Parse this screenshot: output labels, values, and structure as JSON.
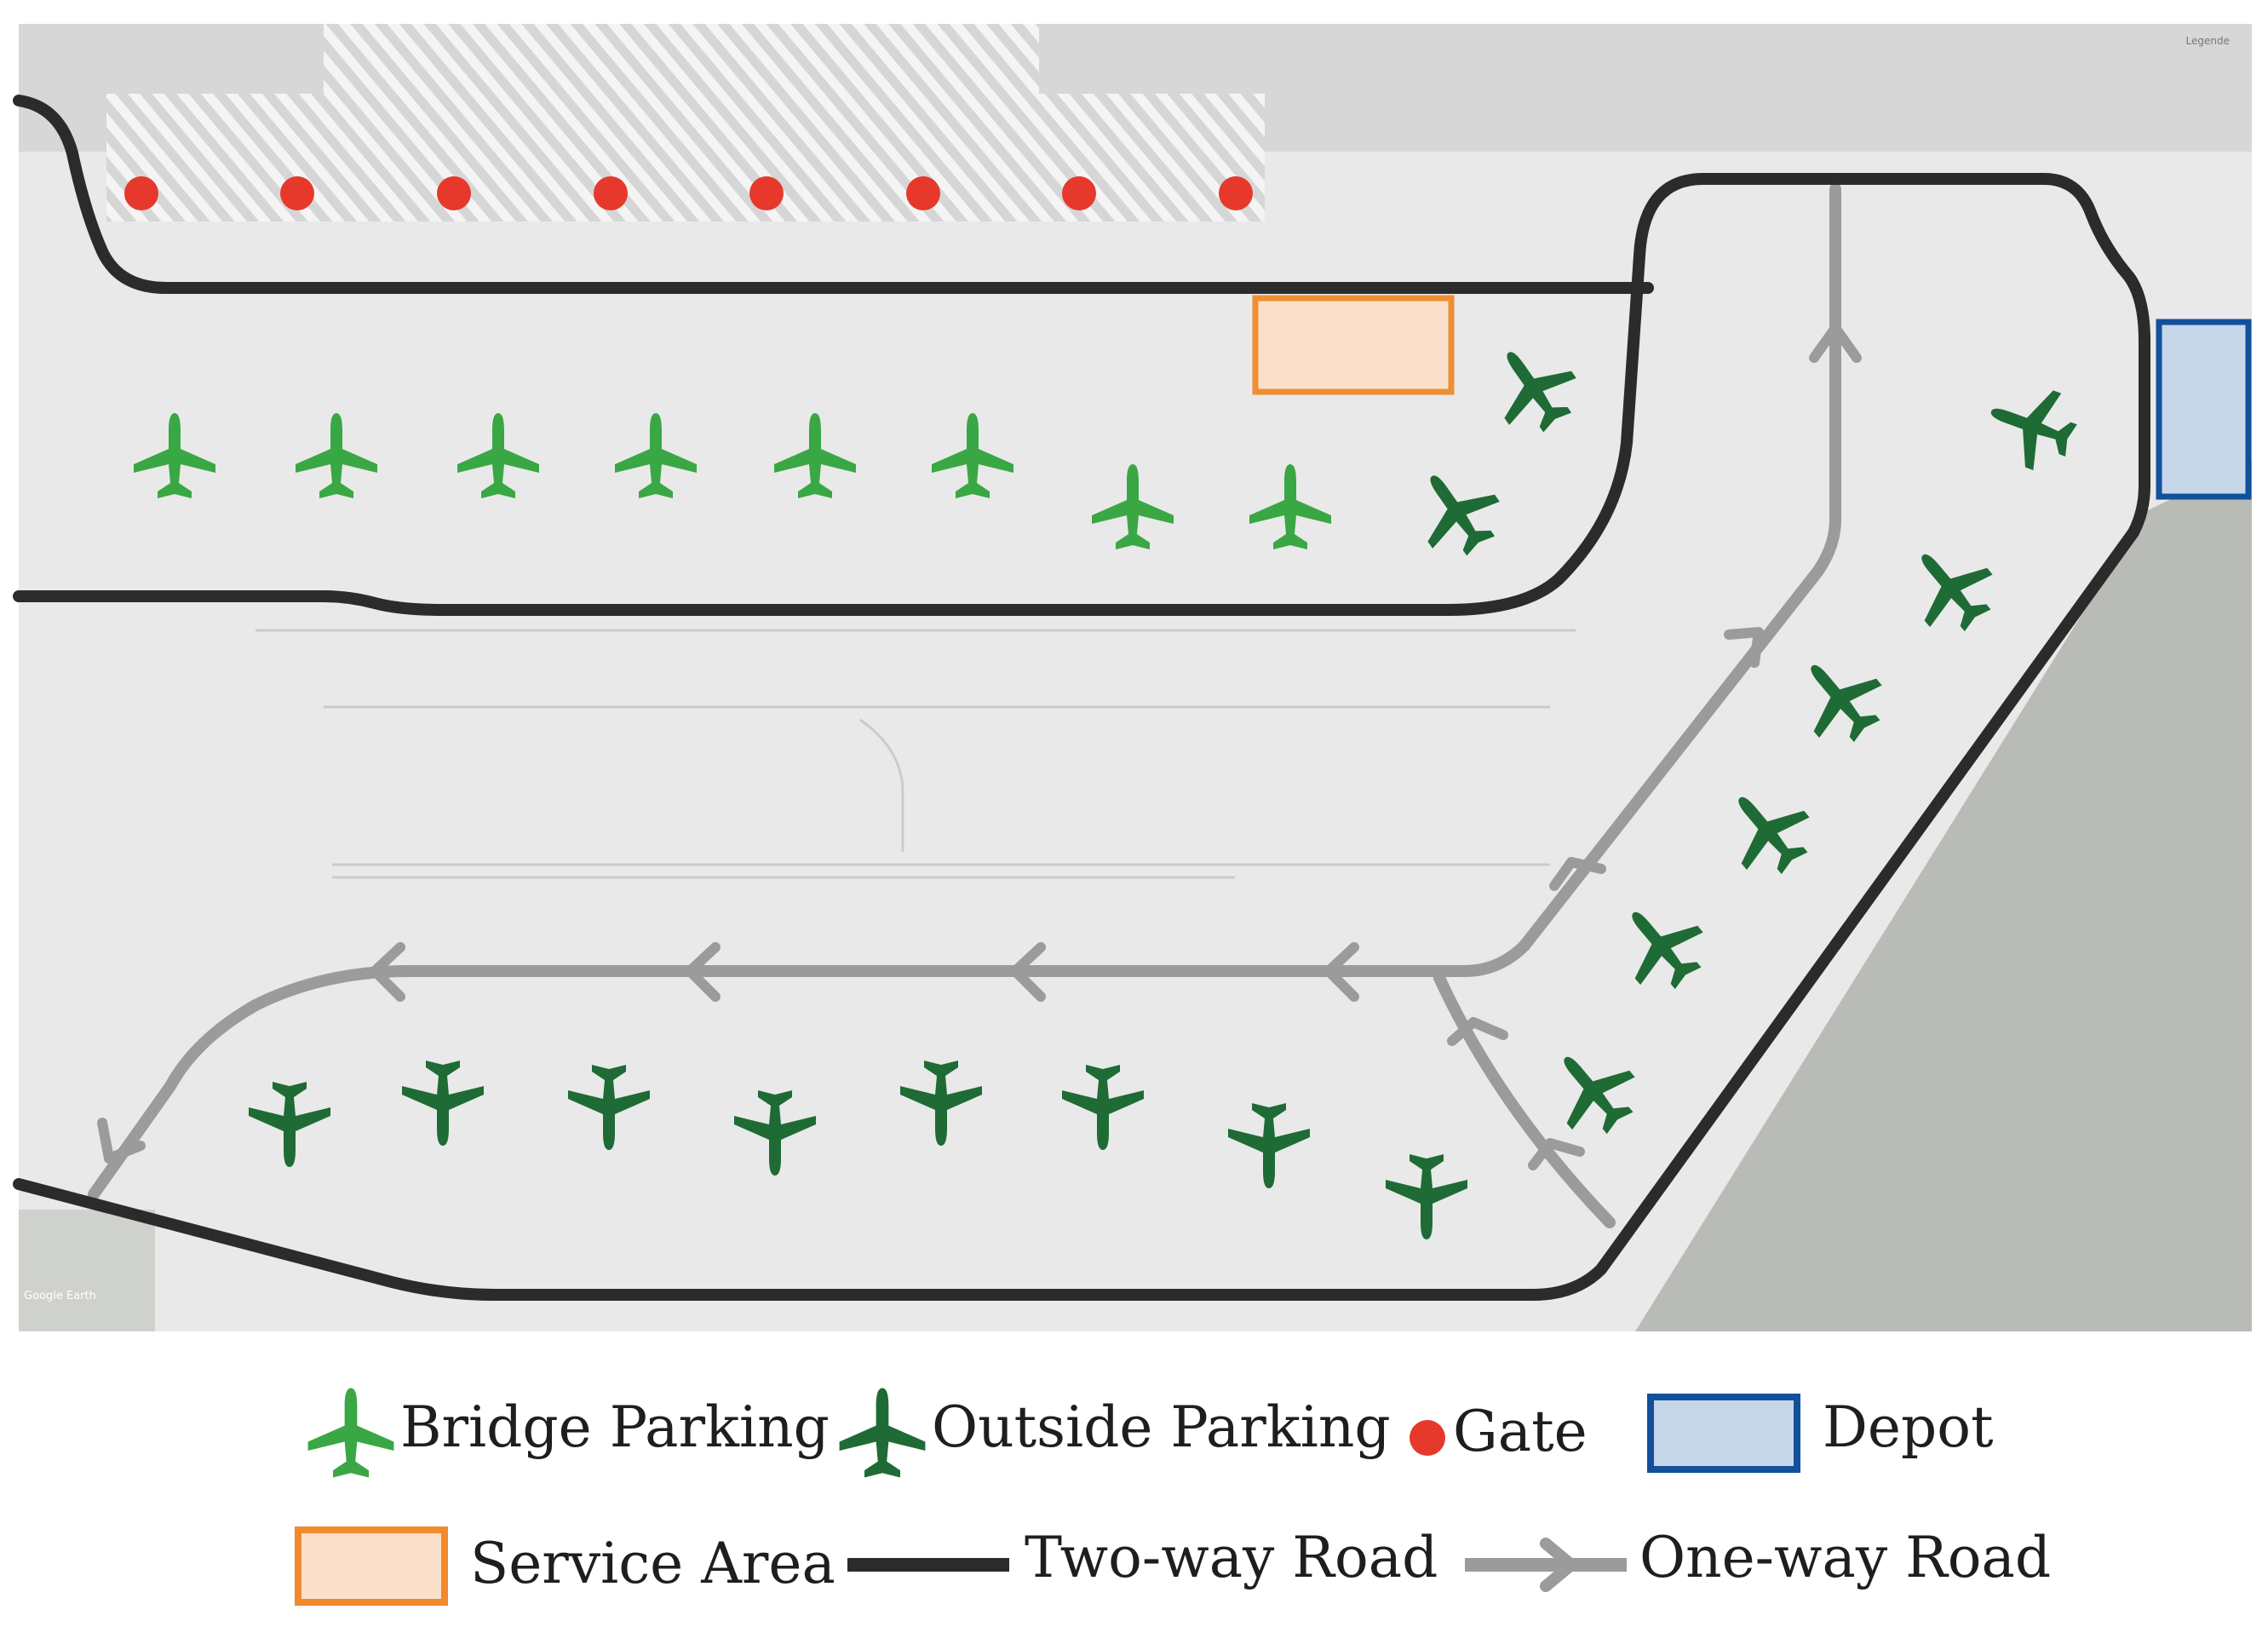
{
  "colors": {
    "apron": "#ececec",
    "apron_dark": "#dcdcdc",
    "terminal": "#cfcfcf",
    "forest": "#b9bcb6",
    "bridge_parking": "#3aa745",
    "outside_parking": "#1f6b35",
    "gate": "#e6392b",
    "depot_border": "#12509c",
    "depot_fill": "#c6d7ea",
    "service_border": "#f08a2c",
    "service_fill": "#fbe0c9",
    "two_way_road": "#2b2b2b",
    "one_way_road": "#9b9b9b"
  },
  "icons": {
    "bridge_parking": "airplane-icon",
    "outside_parking": "airplane-icon",
    "gate": "circle-icon"
  },
  "map": {
    "overlay_label": "Legende",
    "credit_label": "Google Earth"
  },
  "legend": {
    "bridge_parking": "Bridge Parking",
    "outside_parking": "Outside Parking",
    "gate": "Gate",
    "depot": "Depot",
    "service_area": "Service Area",
    "two_way_road": "Two-way Road",
    "one_way_road": "One-way Road"
  }
}
